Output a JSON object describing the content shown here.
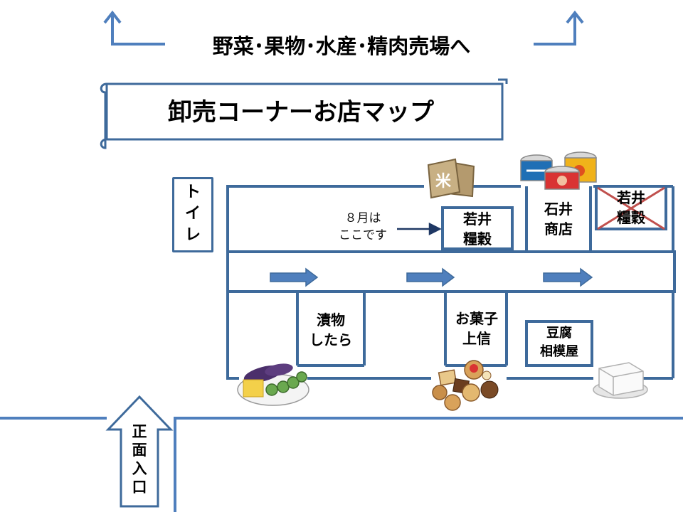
{
  "heading": "野菜･果物･水産･精肉売場へ",
  "banner_title": "卸売コーナーお店マップ",
  "toilet": [
    "ト",
    "イ",
    "レ"
  ],
  "entrance": [
    "正",
    "面",
    "入",
    "口"
  ],
  "note": [
    "８月は",
    "ここです"
  ],
  "shops": {
    "wakai_current": [
      "若井",
      "糧穀"
    ],
    "ishii": [
      "石井",
      "商店"
    ],
    "wakai_old": [
      "若井",
      "糧穀"
    ],
    "tsukemono": [
      "漬物",
      "したら"
    ],
    "okashi": [
      "お菓子",
      "上信"
    ],
    "tofu": [
      "豆腐",
      "相模屋"
    ]
  },
  "rice_bag_text": "米",
  "colors": {
    "wall": "#3e6a9b",
    "arrow": "#4f7fbd",
    "cross": "#c0504d"
  }
}
